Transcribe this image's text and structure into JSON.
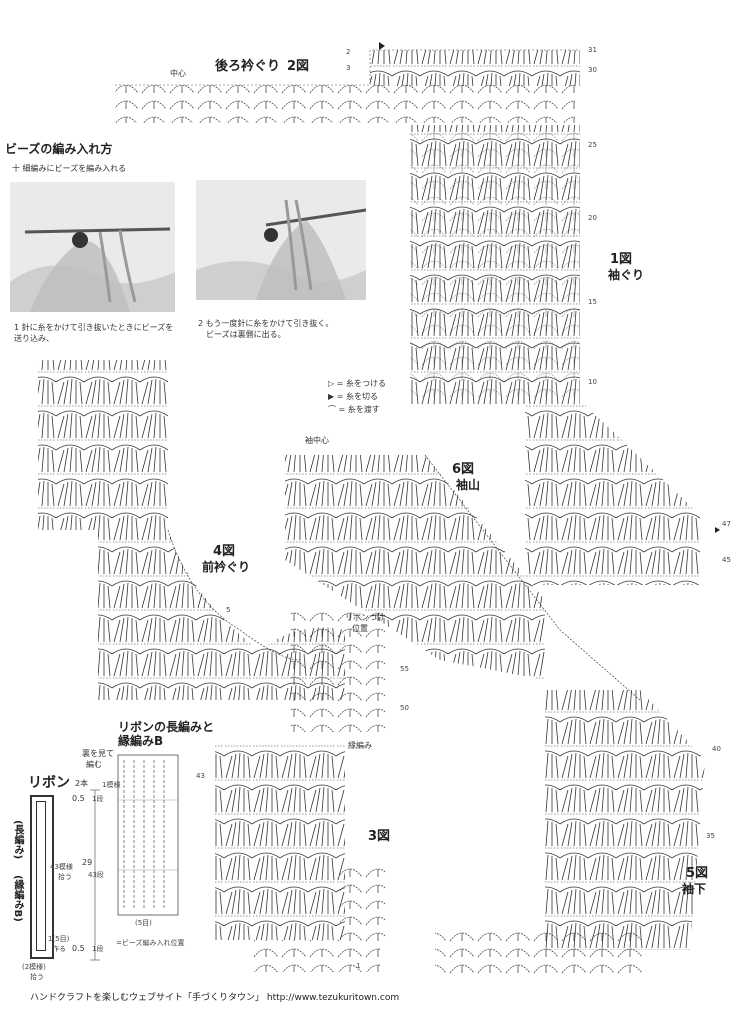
{
  "titles": {
    "back_neck": "後ろ衿ぐり",
    "back_neck_fig": "2図",
    "armhole_fig": "1図",
    "armhole": "袖ぐり",
    "sleeve_cap_fig": "6図",
    "sleeve_cap": "袖山",
    "front_neck_fig": "4図",
    "front_neck": "前衿ぐり",
    "fig3": "3図",
    "underarm_fig": "5図",
    "underarm": "袖下",
    "ribbon_edge": "リボンの長編みと",
    "ribbon_edge2": "縁編みB",
    "ribbon": "リボン"
  },
  "bead_section": {
    "heading": "ビーズの編み入れ方",
    "symbol_note": "十 細編みにビーズを編み入れる",
    "caption1_line1": "1 針に糸をかけて引き抜いたときにビーズを",
    "caption1_line2": "送り込み、",
    "caption2_line1": "2 もう一度針に糸をかけて引き抜く。",
    "caption2_line2": "ビーズは裏側に出る。"
  },
  "legend": {
    "attach": "▷ = 糸をつける",
    "cut": "▶ = 糸を切る",
    "join": "⌒ = 糸を渡す"
  },
  "labels": {
    "center_back": "中心",
    "sleeve_center": "袖中心",
    "ribbon_attach": "リボンつけ",
    "ribbon_attach2": "位置",
    "edge_b": "縁編み",
    "reverse_note1": "裏を見て",
    "reverse_note2": "編む",
    "two_strands": "2本",
    "len1": "0.5",
    "len1_unit": "1段",
    "len2": "29",
    "len2_unit": "43段",
    "len3": "0.5",
    "len3_unit": "1段",
    "ribbon_long": "(長編み)",
    "ribbon_edge_b": "(縁編みB)",
    "rows_43": "43模様",
    "rows_43_2": "拾う",
    "five_st": "1(5目)",
    "five_st_2": "作る",
    "two_pattern": "(2模様)",
    "two_pattern_2": "拾う",
    "five_moku": "(5目)",
    "bead_pos": "=ビーズ編み入れ位置",
    "one_pattern": "1模様"
  },
  "row_numbers": {
    "r31": "31",
    "r30": "30",
    "r25": "25",
    "r20": "20",
    "r15": "15",
    "r10": "10",
    "r5": "5",
    "r1": "1",
    "r47": "47",
    "r45": "45",
    "r40": "40",
    "r35": "35",
    "r55": "55",
    "r50": "50",
    "r43": "43",
    "r2": "2",
    "r3": "3"
  },
  "footer": {
    "text": "ハンドクラフトを楽しむウェブサイト「手づくりタウン」",
    "url": "http://www.tezukuritown.com"
  }
}
